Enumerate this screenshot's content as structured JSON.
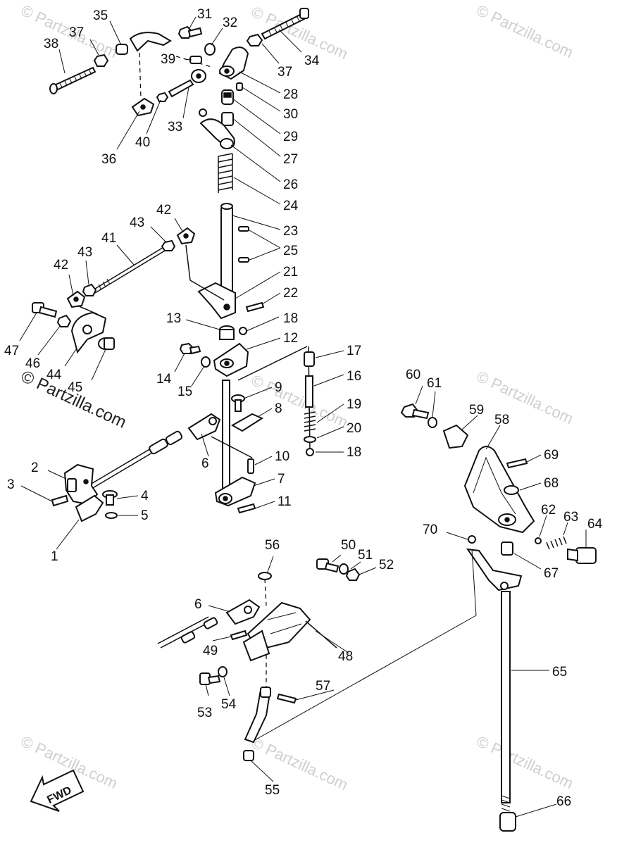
{
  "watermark": {
    "text": "© Partzilla.com"
  },
  "direction_marker": {
    "label": "FWD"
  },
  "callouts": [
    {
      "id": "35",
      "text": "35"
    },
    {
      "id": "37a",
      "text": "37"
    },
    {
      "id": "38",
      "text": "38"
    },
    {
      "id": "31",
      "text": "31"
    },
    {
      "id": "32",
      "text": "32"
    },
    {
      "id": "34",
      "text": "34"
    },
    {
      "id": "37b",
      "text": "37"
    },
    {
      "id": "39",
      "text": "39"
    },
    {
      "id": "28",
      "text": "28"
    },
    {
      "id": "30",
      "text": "30"
    },
    {
      "id": "29",
      "text": "29"
    },
    {
      "id": "33",
      "text": "33"
    },
    {
      "id": "36",
      "text": "36"
    },
    {
      "id": "40",
      "text": "40"
    },
    {
      "id": "27",
      "text": "27"
    },
    {
      "id": "26",
      "text": "26"
    },
    {
      "id": "24",
      "text": "24"
    },
    {
      "id": "42a",
      "text": "42"
    },
    {
      "id": "43a",
      "text": "43"
    },
    {
      "id": "41",
      "text": "41"
    },
    {
      "id": "23",
      "text": "23"
    },
    {
      "id": "25",
      "text": "25"
    },
    {
      "id": "43b",
      "text": "43"
    },
    {
      "id": "42b",
      "text": "42"
    },
    {
      "id": "21",
      "text": "21"
    },
    {
      "id": "22",
      "text": "22"
    },
    {
      "id": "13",
      "text": "13"
    },
    {
      "id": "18a",
      "text": "18"
    },
    {
      "id": "12",
      "text": "12"
    },
    {
      "id": "47",
      "text": "47"
    },
    {
      "id": "46",
      "text": "46"
    },
    {
      "id": "44",
      "text": "44"
    },
    {
      "id": "45",
      "text": "45"
    },
    {
      "id": "14",
      "text": "14"
    },
    {
      "id": "15",
      "text": "15"
    },
    {
      "id": "17",
      "text": "17"
    },
    {
      "id": "16",
      "text": "16"
    },
    {
      "id": "9",
      "text": "9"
    },
    {
      "id": "8",
      "text": "8"
    },
    {
      "id": "19",
      "text": "19"
    },
    {
      "id": "20",
      "text": "20"
    },
    {
      "id": "18b",
      "text": "18"
    },
    {
      "id": "6a",
      "text": "6"
    },
    {
      "id": "10",
      "text": "10"
    },
    {
      "id": "2",
      "text": "2"
    },
    {
      "id": "3",
      "text": "3"
    },
    {
      "id": "4",
      "text": "4"
    },
    {
      "id": "5",
      "text": "5"
    },
    {
      "id": "7",
      "text": "7"
    },
    {
      "id": "11",
      "text": "11"
    },
    {
      "id": "1",
      "text": "1"
    },
    {
      "id": "60",
      "text": "60"
    },
    {
      "id": "61",
      "text": "61"
    },
    {
      "id": "59",
      "text": "59"
    },
    {
      "id": "58",
      "text": "58"
    },
    {
      "id": "69",
      "text": "69"
    },
    {
      "id": "68",
      "text": "68"
    },
    {
      "id": "62",
      "text": "62"
    },
    {
      "id": "63",
      "text": "63"
    },
    {
      "id": "64",
      "text": "64"
    },
    {
      "id": "70",
      "text": "70"
    },
    {
      "id": "67",
      "text": "67"
    },
    {
      "id": "56",
      "text": "56"
    },
    {
      "id": "50",
      "text": "50"
    },
    {
      "id": "51",
      "text": "51"
    },
    {
      "id": "52",
      "text": "52"
    },
    {
      "id": "6b",
      "text": "6"
    },
    {
      "id": "48",
      "text": "48"
    },
    {
      "id": "49",
      "text": "49"
    },
    {
      "id": "53",
      "text": "53"
    },
    {
      "id": "54",
      "text": "54"
    },
    {
      "id": "57",
      "text": "57"
    },
    {
      "id": "65",
      "text": "65"
    },
    {
      "id": "55",
      "text": "55"
    },
    {
      "id": "66",
      "text": "66"
    }
  ]
}
